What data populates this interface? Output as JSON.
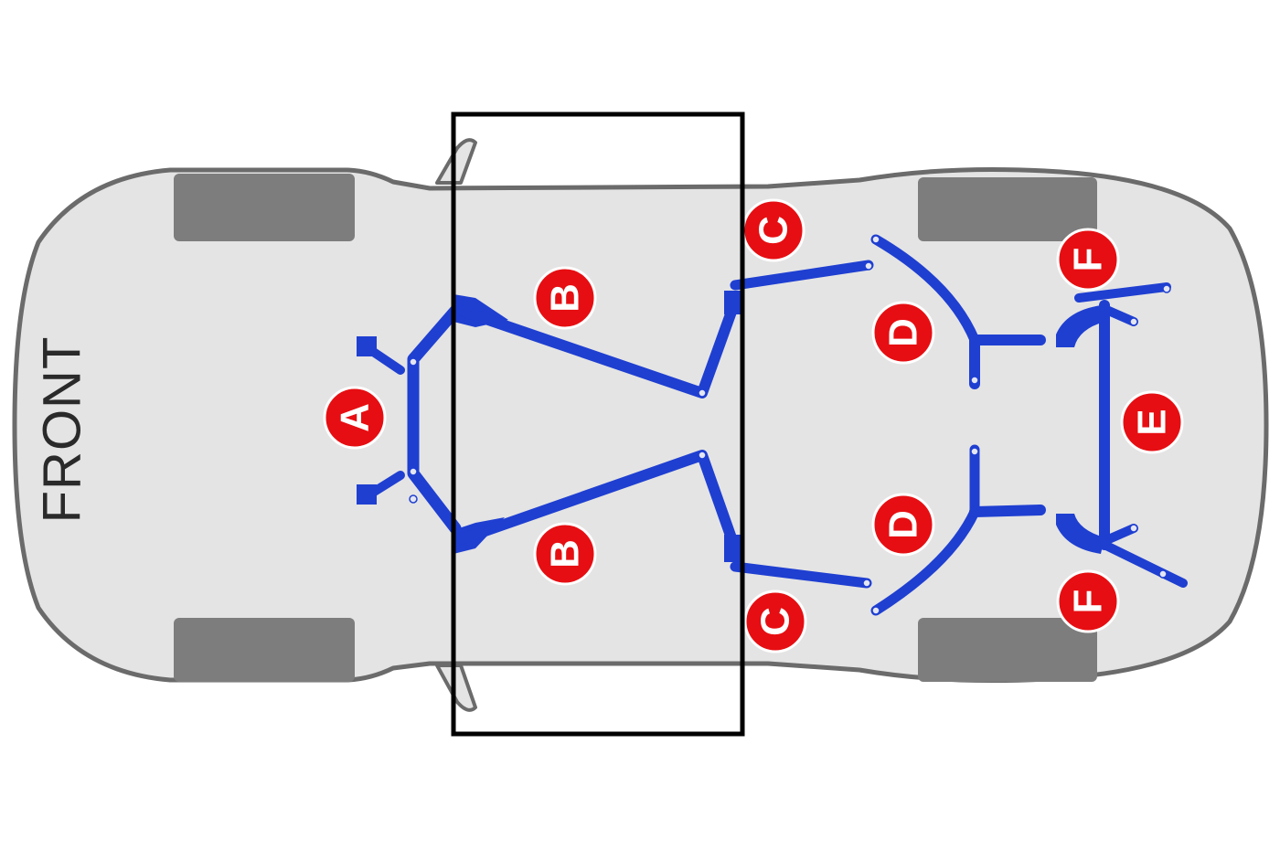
{
  "front_label": "FRONT",
  "brace_labels": {
    "a": "A",
    "b_top": "B",
    "b_bottom": "B",
    "c_top": "C",
    "c_bottom": "C",
    "d_top": "D",
    "d_bottom": "D",
    "e": "E",
    "f_top": "F",
    "f_bottom": "F"
  },
  "colors": {
    "body": "#e4e4e4",
    "outline": "#6b6b6b",
    "tire": "#7d7d7d",
    "brace": "#1f3fd1",
    "badge": "#e60e12",
    "highlight_box": "#000000"
  }
}
